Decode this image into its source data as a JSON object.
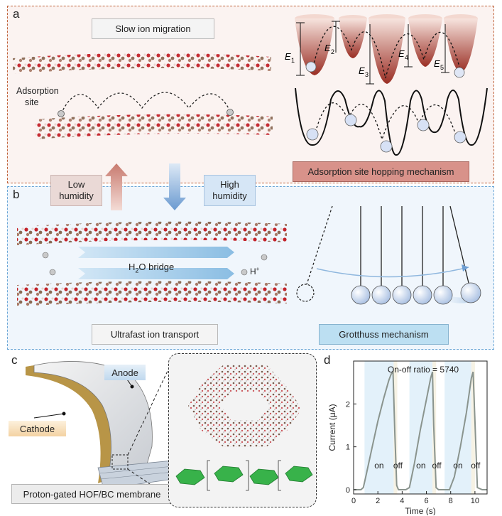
{
  "panel_a": {
    "letter": "a",
    "title": "Slow ion migration",
    "adsorption_label_1": "Adsorption",
    "adsorption_label_2": "site",
    "mechanism": "Adsorption site hopping mechanism",
    "energies": [
      "E",
      "E",
      "E",
      "E",
      "E"
    ],
    "energy_subs": [
      "1",
      "2",
      "3",
      "4",
      "5"
    ]
  },
  "arrows": {
    "low_1": "Low",
    "low_2": "humidity",
    "high_1": "High",
    "high_2": "humidity"
  },
  "panel_b": {
    "letter": "b",
    "bridge_pre": "H",
    "bridge_sub": "2",
    "bridge_post": "O bridge",
    "proton": "H",
    "proton_sup": "+",
    "transport": "Ultrafast ion transport",
    "mechanism": "Grotthuss mechanism"
  },
  "panel_c": {
    "letter": "c",
    "anode": "Anode",
    "cathode": "Cathode",
    "membrane": "Proton-gated HOF/BC membrane"
  },
  "panel_d": {
    "letter": "d",
    "ratio": "On-off ratio = 5740",
    "ylabel": "Current (μA)",
    "xlabel": "Time (s)",
    "on": "on",
    "off": "off",
    "xticks": [
      "0",
      "2",
      "4",
      "6",
      "8",
      "10"
    ],
    "yticks": [
      "0",
      "1",
      "2"
    ]
  },
  "colors": {
    "panel_a_border": "#c0623a",
    "panel_a_bg": "#fbf3f1",
    "panel_b_border": "#6aa6d6",
    "panel_b_bg": "#f0f6fc",
    "mechanism_a_bg": "#d8928a",
    "mechanism_b_bg": "#bcdff2",
    "on_region": "#e3f1fa",
    "off_region": "#f6f2e4",
    "curve": "#8a948e"
  },
  "chart_data": {
    "type": "line",
    "xlabel": "Time (s)",
    "ylabel": "Current (μA)",
    "xlim": [
      0,
      11
    ],
    "ylim": [
      -0.1,
      3.0
    ],
    "xticks": [
      0,
      2,
      4,
      6,
      8,
      10
    ],
    "yticks": [
      0,
      1,
      2
    ],
    "annotation": "On-off ratio = 5740",
    "on_intervals": [
      [
        0.9,
        3.3
      ],
      [
        4.6,
        6.5
      ],
      [
        7.5,
        9.7
      ]
    ],
    "off_intervals": [
      [
        3.3,
        3.6
      ],
      [
        6.5,
        6.8
      ],
      [
        9.7,
        10.0
      ]
    ],
    "series": [
      {
        "x": [
          0,
          0.6,
          0.8,
          1.0,
          1.5,
          2.0,
          2.5,
          2.9,
          3.1,
          3.25,
          3.4,
          3.55,
          3.7,
          4.0,
          4.3,
          4.6,
          5.0,
          5.5,
          6.0,
          6.35,
          6.5,
          6.6,
          6.8,
          7.0,
          7.5,
          7.9,
          8.3,
          8.8,
          9.3,
          9.7,
          9.85,
          10.0,
          10.2,
          10.6,
          11.0
        ],
        "y": [
          0.0,
          0.0,
          0.05,
          0.3,
          0.95,
          1.6,
          2.15,
          2.55,
          2.7,
          2.75,
          1.3,
          0.1,
          0.0,
          0.0,
          0.0,
          0.05,
          0.6,
          1.4,
          2.1,
          2.6,
          2.75,
          1.5,
          0.05,
          0.0,
          0.0,
          0.0,
          0.3,
          1.0,
          1.8,
          2.6,
          2.75,
          1.6,
          0.05,
          0.0,
          0.0
        ]
      }
    ]
  }
}
